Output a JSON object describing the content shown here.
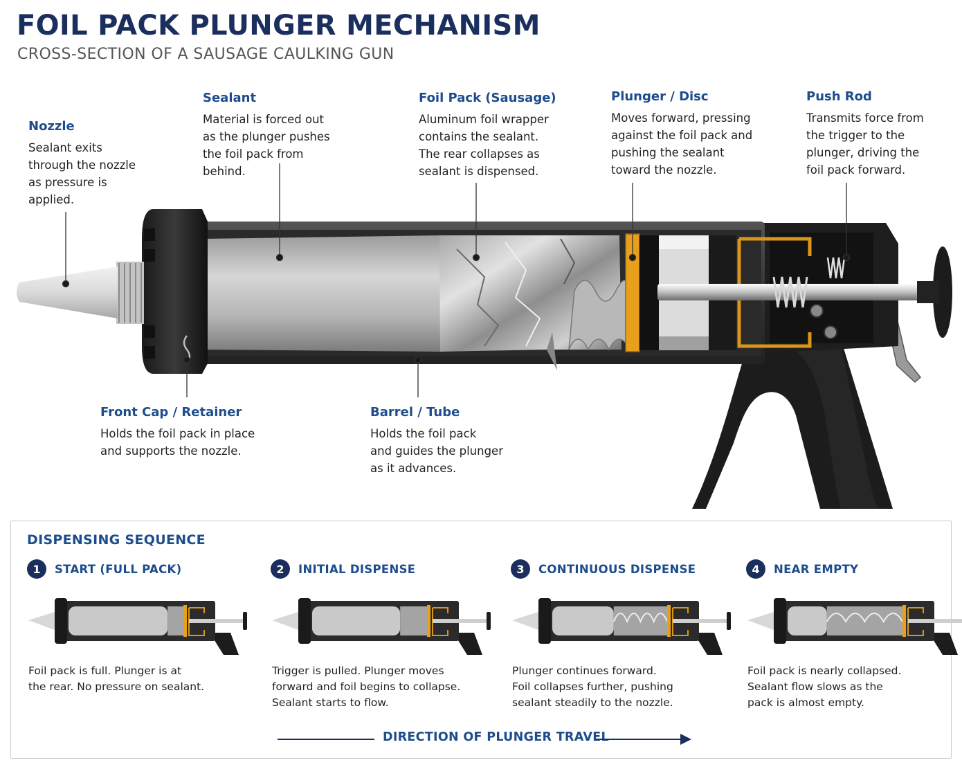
{
  "header": {
    "title": "FOIL PACK PLUNGER MECHANISM",
    "subtitle": "CROSS-SECTION OF A SAUSAGE CAULKING GUN"
  },
  "callouts": {
    "nozzle": {
      "title": "Nozzle",
      "body": "Sealant exits\nthrough the nozzle\nas pressure is\napplied."
    },
    "sealant": {
      "title": "Sealant",
      "body": "Material is forced out\nas the plunger pushes\nthe foil pack from\nbehind."
    },
    "foil_pack": {
      "title": "Foil Pack (Sausage)",
      "body": "Aluminum foil wrapper\ncontains the sealant.\nThe rear collapses as\nsealant is dispensed."
    },
    "plunger": {
      "title": "Plunger / Disc",
      "body": "Moves forward, pressing\nagainst the foil pack and\npushing the sealant\ntoward the nozzle."
    },
    "push_rod": {
      "title": "Push Rod",
      "body": "Transmits force from\nthe trigger to the\nplunger, driving the\nfoil pack forward."
    },
    "front_cap": {
      "title": "Front Cap / Retainer",
      "body": "Holds the foil pack in place\nand supports the nozzle."
    },
    "barrel": {
      "title": "Barrel / Tube",
      "body": "Holds the foil pack\nand guides the plunger\nas it advances."
    }
  },
  "sequence": {
    "title": "DISPENSING SEQUENCE",
    "steps": [
      {
        "num": "1",
        "label": "START (FULL PACK)",
        "desc": "Foil pack is full. Plunger is at\nthe rear. No pressure on sealant.",
        "collapse": 0.08
      },
      {
        "num": "2",
        "label": "INITIAL DISPENSE",
        "desc": "Trigger is pulled. Plunger moves\nforward and foil begins to collapse.\nSealant starts to flow.",
        "collapse": 0.18
      },
      {
        "num": "3",
        "label": "CONTINUOUS DISPENSE",
        "desc": "Plunger continues forward.\nFoil collapses further, pushing\nsealant steadily to the nozzle.",
        "collapse": 0.42
      },
      {
        "num": "4",
        "label": "NEAR EMPTY",
        "desc": "Foil pack is nearly collapsed.\nSealant flow slows as the\npack is almost empty.",
        "collapse": 0.62
      }
    ],
    "direction_label": "DIRECTION OF PLUNGER TRAVEL"
  },
  "colors": {
    "title_navy": "#1b2f5e",
    "label_blue": "#1d4c8c",
    "plunger_orange": "#e8a01c",
    "gun_black": "#1a1a1a",
    "foil_gray": "#9a9a9a"
  }
}
